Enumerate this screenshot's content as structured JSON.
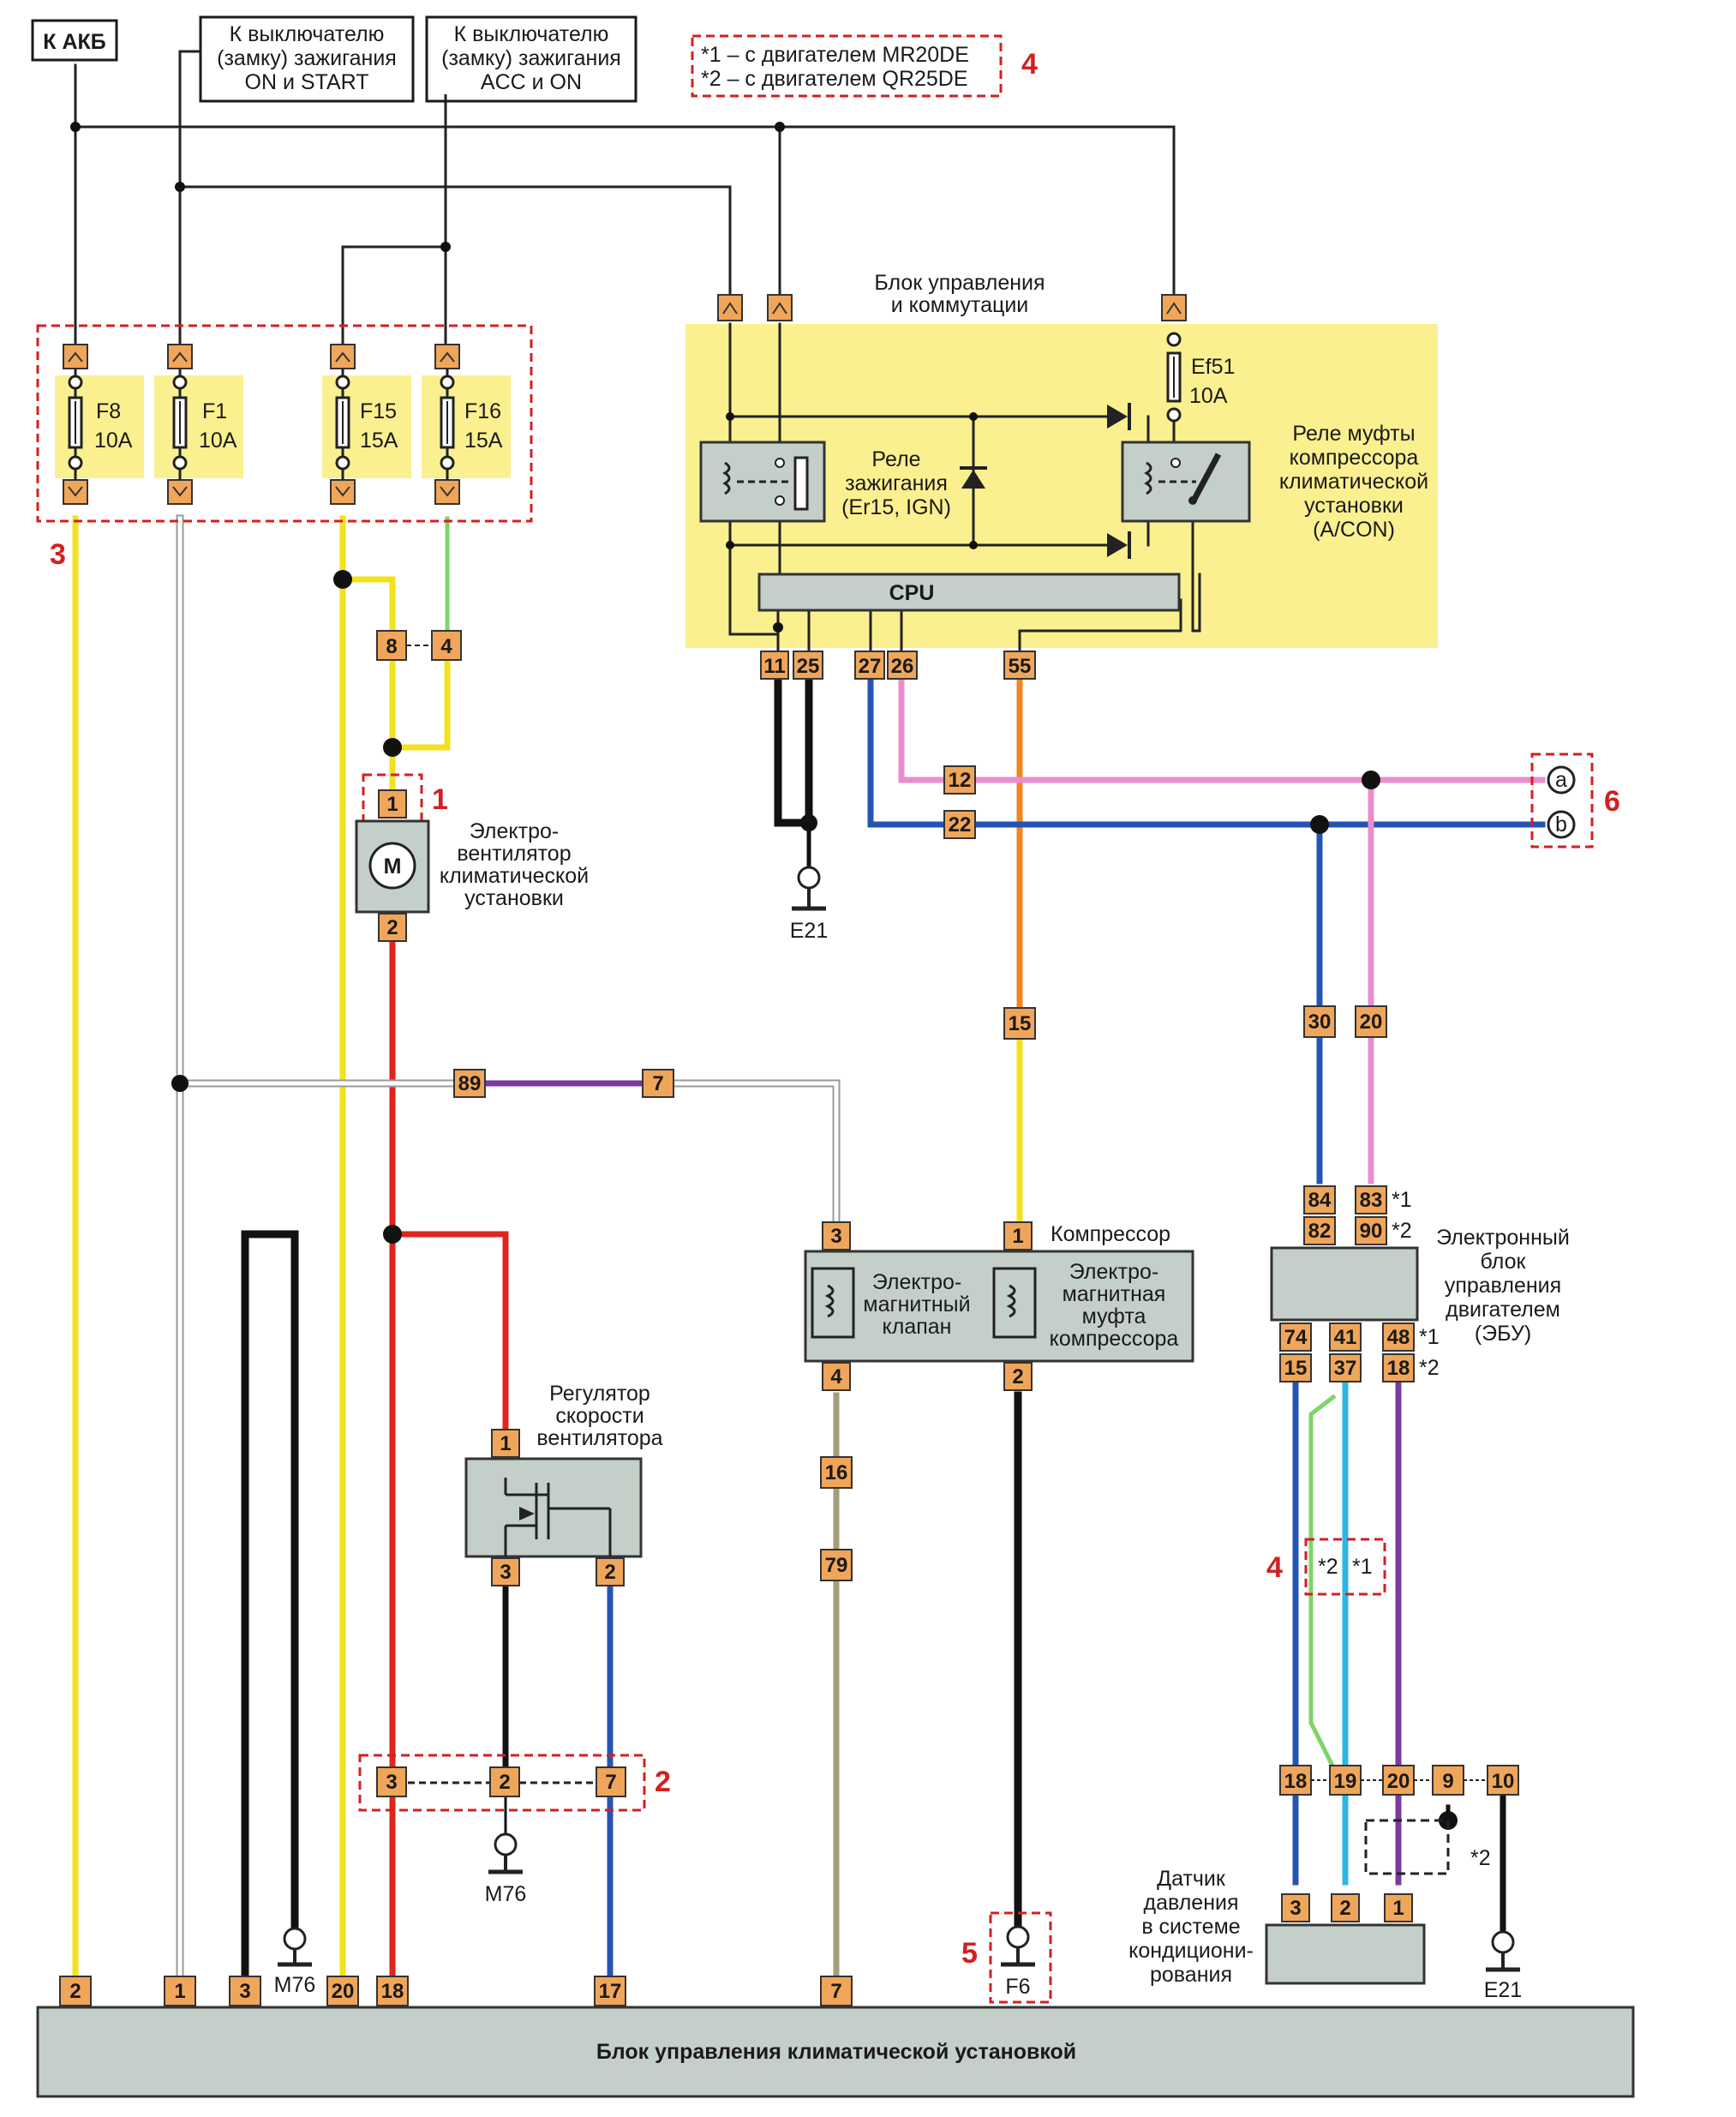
{
  "source_boxes": {
    "battery": "К АКБ",
    "ign_on_start": [
      "К выключателю",
      "(замку) зажигания",
      "ON и START"
    ],
    "ign_acc_on": [
      "К выключателю",
      "(замку) зажигания",
      "ACC и ON"
    ]
  },
  "legend": {
    "line1": "*1 – с двигателем MR20DE",
    "line2": "*2 – с двигателем QR25DE"
  },
  "callouts": {
    "n1": "1",
    "n2": "2",
    "n3": "3",
    "n4a": "4",
    "n4b": "4",
    "n5": "5",
    "n6": "6"
  },
  "fuses": [
    {
      "name": "F8",
      "rating": "10A"
    },
    {
      "name": "F1",
      "rating": "10A"
    },
    {
      "name": "F15",
      "rating": "15A"
    },
    {
      "name": "F16",
      "rating": "15A"
    },
    {
      "name": "Ef51",
      "rating": "10A"
    }
  ],
  "ipdm": {
    "title": [
      "Блок управления",
      "и коммутации"
    ],
    "ign_relay": [
      "Реле",
      "зажигания",
      "(Er15, IGN)"
    ],
    "ac_relay": [
      "Реле муфты",
      "компрессора",
      "климатической",
      "установки",
      "(A/CON)"
    ],
    "cpu": "CPU",
    "pins": [
      "11",
      "25",
      "27",
      "26",
      "55"
    ]
  },
  "fan": {
    "label": [
      "Электро-",
      "вентилятор",
      "климатической",
      "установки"
    ],
    "motor_symbol": "M",
    "pins": [
      "1",
      "2"
    ]
  },
  "connectors": {
    "c8": "8",
    "c4": "4",
    "c12": "12",
    "c22": "22",
    "c15": "15",
    "c30": "30",
    "c20": "20",
    "c89": "89",
    "c7": "7",
    "c16": "16",
    "c79": "79"
  },
  "ground_points": {
    "e21a": "E21",
    "e21b": "E21",
    "m76a": "M76",
    "m76b": "M76",
    "f6": "F6"
  },
  "signal_points": {
    "a": "a",
    "b": "b"
  },
  "compressor": {
    "title": "Компрессор",
    "valve": [
      "Электро-",
      "магнитный",
      "клапан"
    ],
    "clutch": [
      "Электро-",
      "магнитная",
      "муфта",
      "компрессора"
    ],
    "pins": [
      "3",
      "1",
      "4",
      "2"
    ]
  },
  "regulator": {
    "label": [
      "Регулятор",
      "скорости",
      "вентилятора"
    ],
    "pins": [
      "1",
      "3",
      "2"
    ]
  },
  "intermediate_2": {
    "pins": [
      "3",
      "2",
      "7"
    ]
  },
  "ecm": {
    "label": [
      "Электронный",
      "блок",
      "управления",
      "двигателем",
      "(ЭБУ)"
    ],
    "top_pins": [
      "84",
      "83",
      "82",
      "90"
    ],
    "top_marks": [
      "*1",
      "*2"
    ],
    "bottom_pins": [
      "74",
      "41",
      "48",
      "15",
      "37",
      "18"
    ],
    "bottom_marks": [
      "*1",
      "*2"
    ]
  },
  "variant_box": {
    "left": "*2",
    "right": "*1"
  },
  "sensor_connector": {
    "pins": [
      "18",
      "19",
      "20",
      "9",
      "10"
    ],
    "mark": "*2"
  },
  "pressure_sensor": {
    "label": [
      "Датчик",
      "давления",
      "в системе",
      "кондициони-",
      "рования"
    ],
    "pins": [
      "3",
      "2",
      "1"
    ]
  },
  "ac_unit": {
    "title": "Блок управления климатической установкой",
    "pins": [
      "2",
      "1",
      "3",
      "20",
      "18",
      "17",
      "7"
    ]
  },
  "colors": {
    "yellow": "#f2e21e",
    "red": "#e0241e",
    "green": "#7fd46a",
    "orange": "#f0861e",
    "blue": "#2454b4",
    "pink": "#e88ecf",
    "purple": "#7a3aa0",
    "lightblue": "#2eb6e6",
    "black": "#111111",
    "white_wire": "#9a9a9a",
    "ipdm_bg": "#fbf08f",
    "component": "#c5cfc9"
  }
}
